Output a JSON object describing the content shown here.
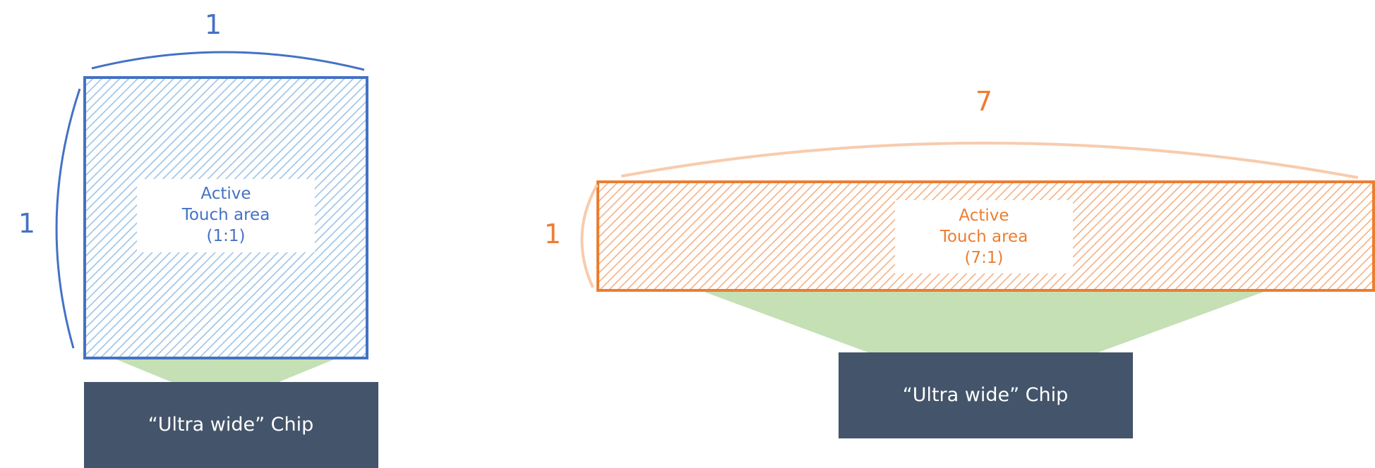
{
  "colors": {
    "blue": "#4472c4",
    "blue_hatch": "#9dc3e6",
    "orange": "#ed7d31",
    "orange_hatch": "#f4b183",
    "orange_bracket": "#f8cbad",
    "green_fan": "#c5e0b4",
    "chip_fill": "#44546a",
    "chip_text": "#ffffff",
    "background": "#ffffff"
  },
  "left_panel": {
    "width_label": "1",
    "height_label": "1",
    "touch_area_line1": "Active",
    "touch_area_line2": "Touch area",
    "touch_area_ratio": "(1:1)",
    "chip_label": "“Ultra wide” Chip"
  },
  "right_panel": {
    "width_label": "7",
    "height_label": "1",
    "touch_area_line1": "Active",
    "touch_area_line2": "Touch area",
    "touch_area_ratio": "(7:1)",
    "chip_label": "“Ultra wide” Chip"
  }
}
